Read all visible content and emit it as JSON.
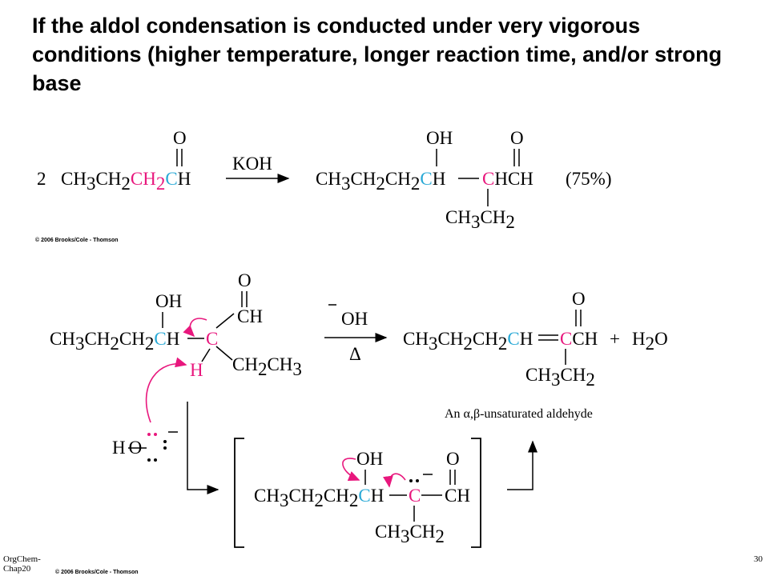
{
  "slide": {
    "title": "If the aldol condensation is conducted under very vigorous conditions (higher temperature, longer reaction time, and/or strong base",
    "footer_left": "OrgChem-Chap20",
    "page_number": "30",
    "credit": "© 2006 Brooks/Cole - Thomson"
  },
  "reaction1": {
    "coefficient": "2",
    "reagent": "KOH",
    "yield": "(75%)",
    "top_O": "O",
    "top_OH": "OH"
  },
  "reaction2": {
    "reagent_top": "OH",
    "reagent_bottom": "Δ",
    "plus": "+",
    "product_label": "An α,β-unsaturated aldehyde"
  },
  "colors": {
    "cyan": "#29a9d6",
    "magenta": "#e8177d"
  }
}
